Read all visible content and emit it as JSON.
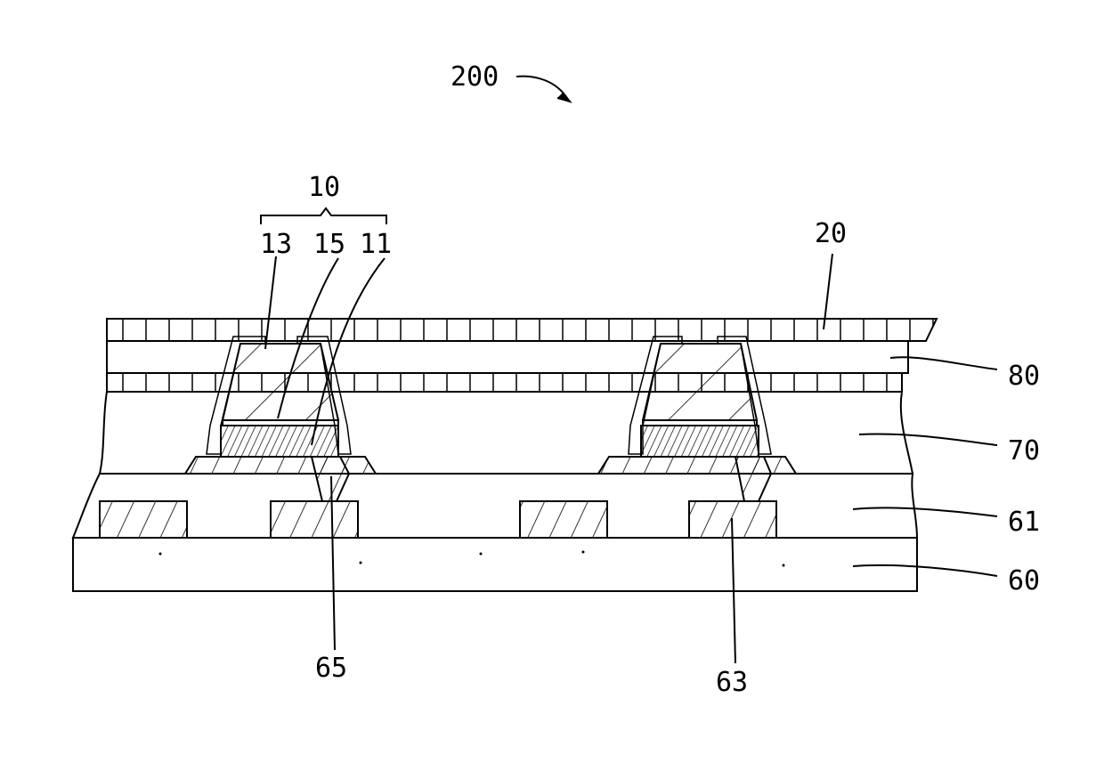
{
  "figure": {
    "assembly_label": "200",
    "group_label": "10",
    "labels": {
      "l13": "13",
      "l15": "15",
      "l11": "11",
      "l20": "20",
      "l80": "80",
      "l70": "70",
      "l61": "61",
      "l60": "60",
      "l65": "65",
      "l63": "63"
    }
  },
  "colors": {
    "ink": "#000000",
    "paper": "#ffffff"
  }
}
